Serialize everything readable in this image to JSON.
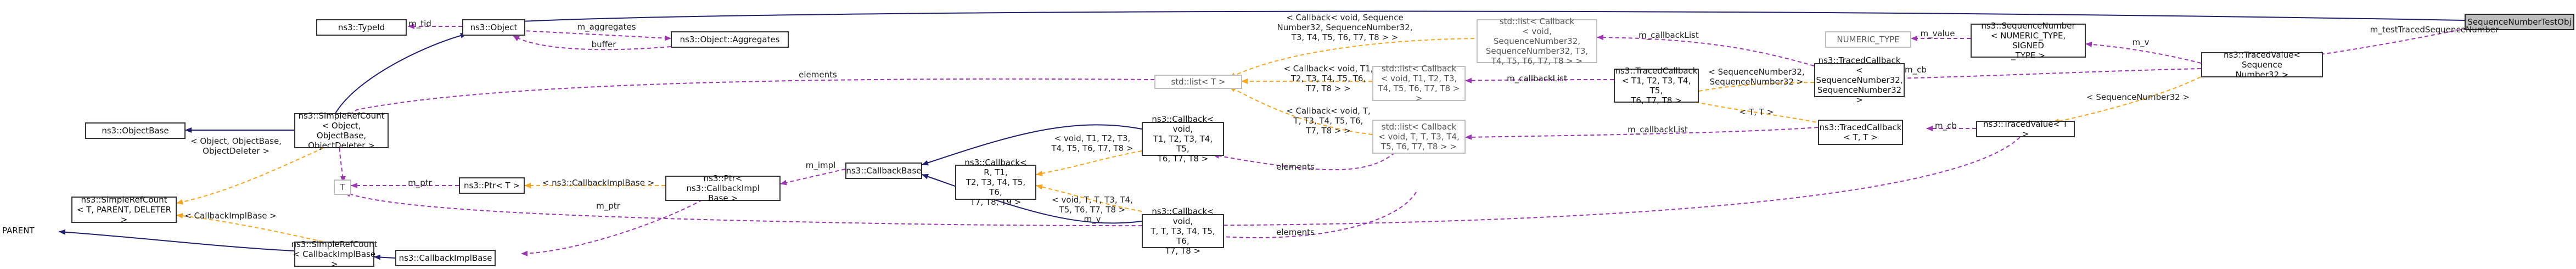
{
  "colors": {
    "inherit": "#1f1f6b",
    "usage": "#9a37b0",
    "template": "#f5a623",
    "node_border": "#333333",
    "highlight_fill": "#bfbfbf"
  },
  "nodes": {
    "parent": "PARENT",
    "typeid": "ns3::TypeId",
    "object": "ns3::Object",
    "aggregates": "ns3::Object::Aggregates",
    "objectbase": "ns3::ObjectBase",
    "srcount_obj": "ns3::SimpleRefCount\n< Object, ObjectBase,\nObjectDeleter >",
    "srcount_t": "ns3::SimpleRefCount\n< T, PARENT, DELETER >",
    "t": "T",
    "ptr_t": "ns3::Ptr< T >",
    "ptr_cbimpl": "ns3::Ptr< ns3::CallbackImpl\nBase >",
    "srcount_cbimpl": "ns3::SimpleRefCount\n< CallbackImplBase >",
    "cbimplbase": "ns3::CallbackImplBase",
    "callbackbase": "ns3::CallbackBase",
    "cb_r": "ns3::Callback< R, T1,\nT2, T3, T4, T5, T6,\nT7, T8, T9 >",
    "cb_void_t1": "ns3::Callback< void,\nT1, T2, T3, T4, T5,\nT6, T7, T8 >",
    "cb_void_t": "ns3::Callback< void,\nT, T, T3, T4, T5, T6,\nT7, T8 >",
    "stdlist_t": "std::list< T >",
    "stdlist_cb_t1": "std::list< Callback\n< void, T1, T2, T3,\nT4, T5, T6, T7, T8 > >",
    "stdlist_cb_t": "std::list< Callback\n< void, T, T, T3, T4,\nT5, T6, T7, T8 > >",
    "stdlist_cb_seq": "std::list< Callback\n< void, SequenceNumber32,\nSequenceNumber32, T3,\nT4, T5, T6, T7, T8 > >",
    "traced_cb_t1": "ns3::TracedCallback\n< T1, T2, T3, T4, T5,\nT6, T7, T8 >",
    "traced_cb_seq": "ns3::TracedCallback\n< SequenceNumber32,\nSequenceNumber32 >",
    "traced_cb_t": "ns3::TracedCallback\n< T, T >",
    "numeric_type": "NUMERIC_TYPE",
    "seqnum": "ns3::SequenceNumber\n< NUMERIC_TYPE, SIGNED\n_TYPE >",
    "tracedvalue_seq": "ns3::TracedValue< Sequence\nNumber32 >",
    "tracedvalue_t": "ns3::TracedValue< T >",
    "testobj": "SequenceNumberTestObj"
  },
  "edges": {
    "m_tid": "m_tid",
    "m_aggregates": "m_aggregates",
    "buffer": "buffer",
    "elements_top": "elements",
    "obj_template": "< Object, ObjectBase,\nObjectDeleter >",
    "cbimpl_template": "< CallbackImplBase >",
    "ptr_cbimpl_template": "< ns3::CallbackImplBase >",
    "m_ptr_1": "m_ptr",
    "m_ptr_2": "m_ptr",
    "m_impl": "m_impl",
    "t1_t8_a": "< void, T1, T2, T3,\nT4, T5, T6, T7, T8 >",
    "t_t_a": "< void, T, T, T3, T4,\nT5, T6, T7, T8 >",
    "cb_seq_tmpl": "< Callback< void, Sequence\nNumber32, SequenceNumber32,\nT3, T4, T5, T6, T7, T8 > >",
    "cb_t1_tmpl": "< Callback< void, T1,\nT2, T3, T4, T5, T6,\nT7, T8 > >",
    "cb_t_tmpl": "< Callback< void, T,\nT, T3, T4, T5, T6,\nT7, T8 > >",
    "elements_mid": "elements",
    "elements_low": "elements",
    "m_callbacklist_1": "m_callbackList",
    "m_callbacklist_2": "m_callbackList",
    "m_callbacklist_3": "m_callbackList",
    "seq_tmpl_1": "< SequenceNumber32,\nSequenceNumber32 >",
    "tt_tmpl": "< T, T >",
    "m_value": "m_value",
    "m_v_1": "m_v",
    "m_cb_1": "m_cb",
    "m_cb_2": "m_cb",
    "seq_tmpl_2": "< SequenceNumber32 >",
    "m_v_2": "m_v",
    "m_test": "m_testTracedSequenceNumber"
  }
}
